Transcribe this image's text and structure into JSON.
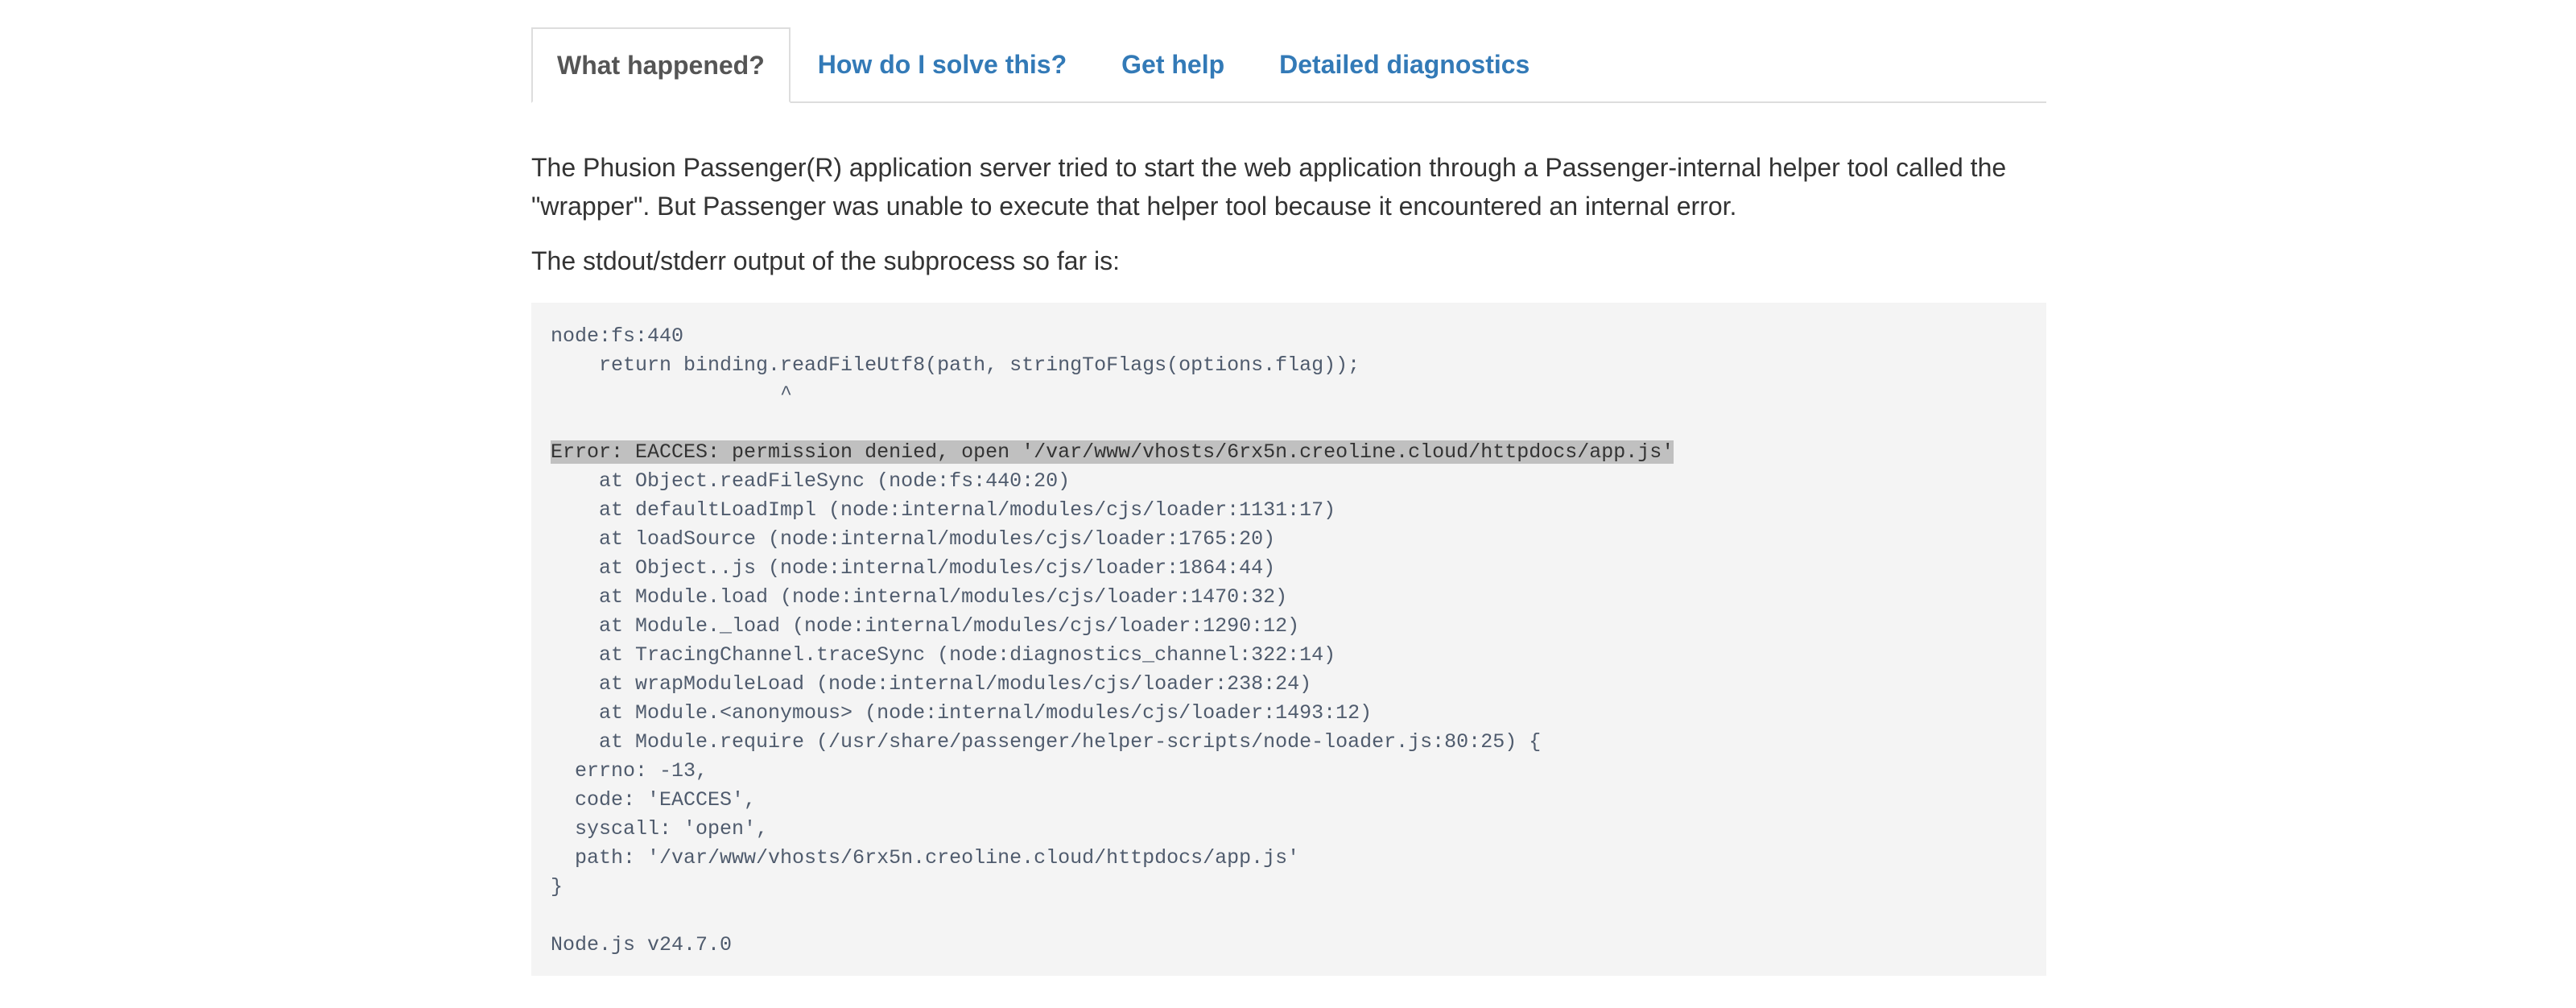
{
  "tabs": [
    {
      "label": "What happened?",
      "active": true
    },
    {
      "label": "How do I solve this?",
      "active": false
    },
    {
      "label": "Get help",
      "active": false
    },
    {
      "label": "Detailed diagnostics",
      "active": false
    }
  ],
  "content": {
    "intro": "The Phusion Passenger(R) application server tried to start the web application through a Passenger-internal helper tool called the \"wrapper\". But Passenger was unable to execute that helper tool because it encountered an internal error.",
    "output_label": "The stdout/stderr output of the subprocess so far is:"
  },
  "output": {
    "lines": [
      "node:fs:440",
      "    return binding.readFileUtf8(path, stringToFlags(options.flag));",
      "                   ^",
      "",
      "Error: EACCES: permission denied, open '/var/www/vhosts/6rx5n.creoline.cloud/httpdocs/app.js'",
      "    at Object.readFileSync (node:fs:440:20)",
      "    at defaultLoadImpl (node:internal/modules/cjs/loader:1131:17)",
      "    at loadSource (node:internal/modules/cjs/loader:1765:20)",
      "    at Object..js (node:internal/modules/cjs/loader:1864:44)",
      "    at Module.load (node:internal/modules/cjs/loader:1470:32)",
      "    at Module._load (node:internal/modules/cjs/loader:1290:12)",
      "    at TracingChannel.traceSync (node:diagnostics_channel:322:14)",
      "    at wrapModuleLoad (node:internal/modules/cjs/loader:238:24)",
      "    at Module.<anonymous> (node:internal/modules/cjs/loader:1493:12)",
      "    at Module.require (/usr/share/passenger/helper-scripts/node-loader.js:80:25) {",
      "  errno: -13,",
      "  code: 'EACCES',",
      "  syscall: 'open',",
      "  path: '/var/www/vhosts/6rx5n.creoline.cloud/httpdocs/app.js'",
      "}",
      "",
      "Node.js v24.7.0"
    ],
    "highlight_line": 4
  },
  "colors": {
    "link": "#337ab7",
    "active_tab_text": "#555555",
    "output_bg": "#f4f4f4",
    "highlight_bg": "#c0c0c0"
  }
}
